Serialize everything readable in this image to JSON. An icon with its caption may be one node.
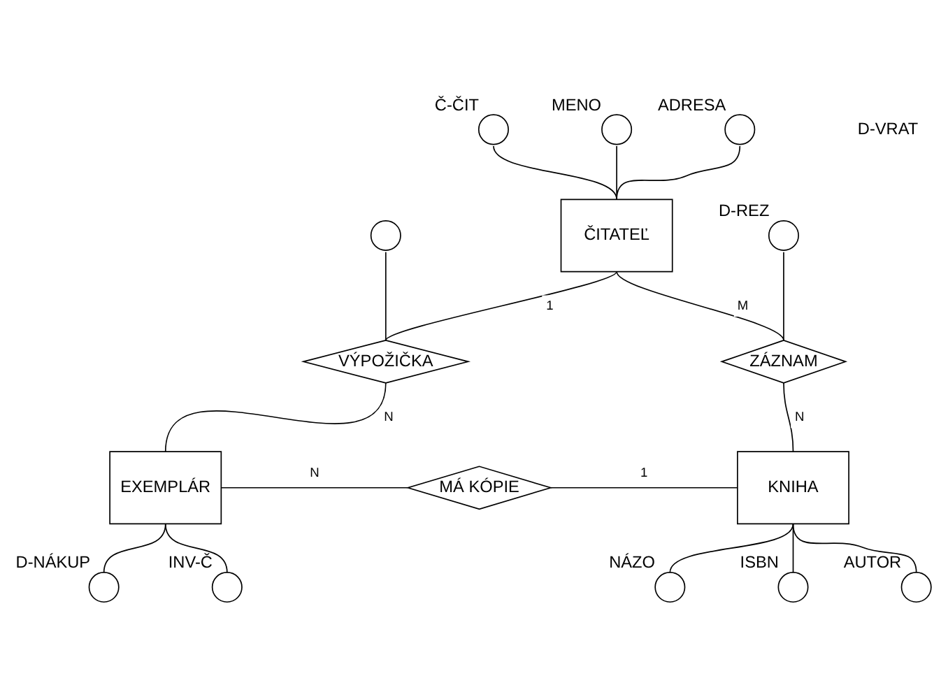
{
  "diagram": {
    "nodes": [
      {
        "text": [],
        "shape": "circle",
        "beside": [
          "Č-ČIT"
        ]
      },
      {
        "text": [],
        "shape": "circle",
        "beside": [
          "MENO"
        ]
      },
      {
        "text": [],
        "shape": "circle",
        "beside": [
          "ADRESA"
        ]
      },
      {
        "text": [
          "ČITATEĽ"
        ]
      },
      {
        "text": [],
        "shape": "circle"
      },
      {
        "text": [
          "VÝPOŽIČKA"
        ]
      },
      {
        "text": [
          "ZÁZNAM"
        ]
      },
      {
        "text": [],
        "shape": "circle",
        "beside": [
          "D-REZ"
        ]
      },
      {
        "text": [
          "EXEMPLÁR"
        ]
      },
      {
        "text": [
          "MÁ KÓPIE"
        ]
      },
      {
        "text": [
          "KNIHA"
        ]
      },
      {
        "text": [],
        "shape": "circle",
        "beside": [
          "ISBN"
        ]
      },
      {
        "text": [],
        "shape": "circle",
        "beside": [
          "AUTOR"
        ]
      },
      {
        "text": [],
        "shape": "circle",
        "beside": [
          "NÁZO"
        ]
      },
      {
        "text": [],
        "shape": "circle",
        "beside": [
          "INV-Č"
        ]
      },
      {
        "text": [],
        "shape": "circle",
        "beside": [
          "D-NÁKUP"
        ]
      }
    ],
    "edges": [
      {
        "from": 0,
        "to": 3,
        "arrow": "none"
      },
      {
        "from": 1,
        "to": 3,
        "arrow": "none"
      },
      {
        "from": 2,
        "to": 3,
        "arrow": "none"
      },
      {
        "from": 3,
        "to": 5,
        "arrow": "none",
        "label": "1"
      },
      {
        "from": 3,
        "to": 6,
        "arrow": "none",
        "label": "M"
      },
      {
        "from": 4,
        "to": 5,
        "arrow": "none"
      },
      {
        "from": 6,
        "to": 7,
        "arrow": "none"
      },
      {
        "from": 5,
        "to": 8,
        "arrow": "none",
        "label": "N"
      },
      {
        "from": 6,
        "to": 10,
        "arrow": "none",
        "label": "N"
      },
      {
        "from": 8,
        "to": 9,
        "arrow": "none",
        "label": "N"
      },
      {
        "from": 9,
        "to": 10,
        "arrow": "none",
        "label": "1"
      },
      {
        "from": 10,
        "to": 11,
        "arrow": "none"
      },
      {
        "from": 10,
        "to": 12,
        "arrow": "none"
      },
      {
        "from": 10,
        "to": 13,
        "arrow": "none"
      },
      {
        "from": 8,
        "to": 14,
        "arrow": "none"
      },
      {
        "from": 8,
        "to": 15,
        "arrow": "none"
      }
    ],
    "labels": [
      "D-VRAT"
    ]
  }
}
